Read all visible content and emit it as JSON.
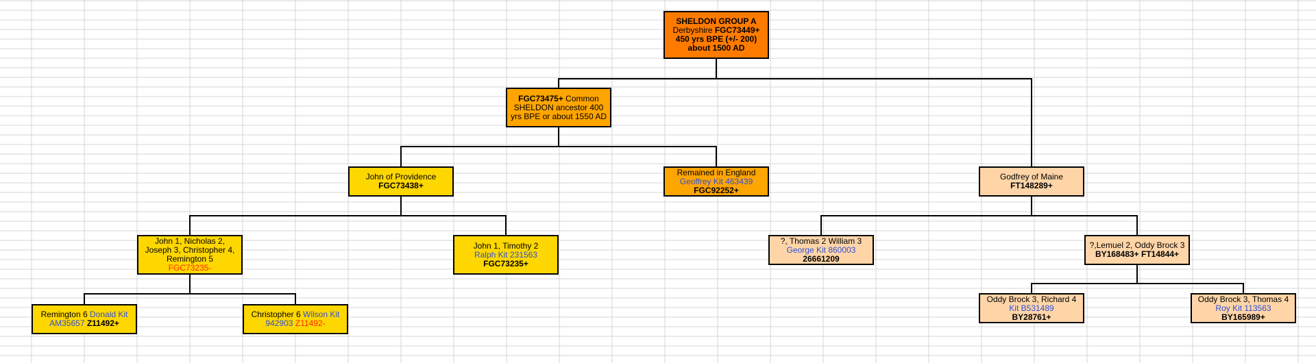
{
  "colors": {
    "root": "#ff7b00",
    "orange": "#ffa500",
    "yellow": "#ffd700",
    "peach": "#ffd5a8",
    "blue_text": "#2f4fd6",
    "red_text": "#ff2a00",
    "grid": "#d4d4d4"
  },
  "nodes": {
    "sheldon_group_a": {
      "l1": "SHELDON GROUP A",
      "l2a": "Derbyshire ",
      "l2b": "FGC73449+",
      "l3": "450 yrs BPE (+/- 200)",
      "l4": "about 1500 AD"
    },
    "common_ancestor": {
      "l1a": "FGC73475+",
      "l1b": " Common",
      "l2": "SHELDON ancestor 400",
      "l3": "yrs BPE or about 1550 AD"
    },
    "john_of_providence": {
      "l1": "John of Providence",
      "l2": "FGC73438+"
    },
    "remained_in_england": {
      "l1": "Remained in England",
      "l2": "Geoffrey Kit 463439",
      "l3": "FGC92252+"
    },
    "godfrey_of_maine": {
      "l1": "Godfrey of Maine",
      "l2": "FT148289+"
    },
    "john_nicholas": {
      "l1": "John 1, Nicholas 2,",
      "l2": "Joseph 3, Christopher 4,",
      "l3": "Remington 5",
      "l4": "FGC73235-"
    },
    "john_timothy": {
      "l1": "John 1, Timothy 2",
      "l2": "Ralph Kit 231563",
      "l3": "FGC73235+"
    },
    "thomas_william": {
      "l1": "?, Thomas 2  William 3",
      "l2": "George Kit 860003",
      "l3": "26661209"
    },
    "lemuel_oddy": {
      "l1": "?,Lemuel 2, Oddy Brock 3",
      "l2": "BY168483+   FT14844+"
    },
    "remington_6": {
      "l1a": "Remington 6 ",
      "l1b": "Donald Kit",
      "l2a": "AM35657 ",
      "l2b": "Z11492+"
    },
    "christopher_6": {
      "l1a": "Christopher 6 ",
      "l1b": "Wilson Kit",
      "l2a": "942903 ",
      "l2b": "Z11492-"
    },
    "oddy_richard": {
      "l1": "Oddy Brock 3, Richard 4",
      "l2": "Kit B531489",
      "l3": "BY28761+"
    },
    "oddy_thomas": {
      "l1": "Oddy Brock 3, Thomas 4",
      "l2": "Roy Kit 113563",
      "l3": "BY165989+"
    }
  }
}
